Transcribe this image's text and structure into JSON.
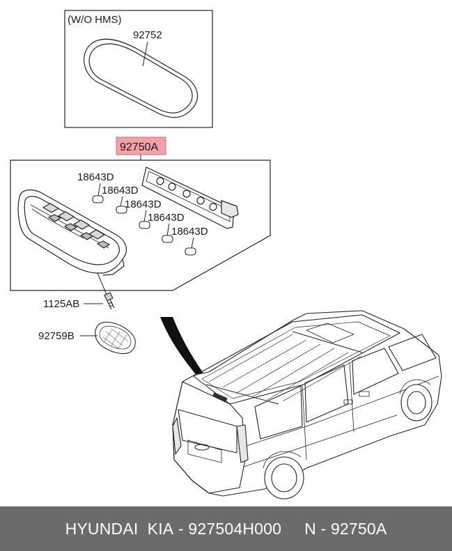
{
  "callouts": {
    "variant_note": "(W/O HMS)",
    "cover_lens": "92752",
    "assembly": "92750A",
    "bulb_1": "18643D",
    "bulb_2": "18643D",
    "bulb_3": "18643D",
    "bulb_4": "18643D",
    "bulb_5": "18643D",
    "screw": "1125AB",
    "cap": "92759B"
  },
  "colors": {
    "assembly_highlight": "#f4a0a8",
    "footer_background": "#6b6b6b",
    "footer_text": "#ffffff",
    "line": "#222222"
  },
  "footer": {
    "brand": "HYUNDAI",
    "make": "KIA",
    "part_number": "927504H000",
    "reference_prefix": "N",
    "reference_code": "92750A"
  }
}
